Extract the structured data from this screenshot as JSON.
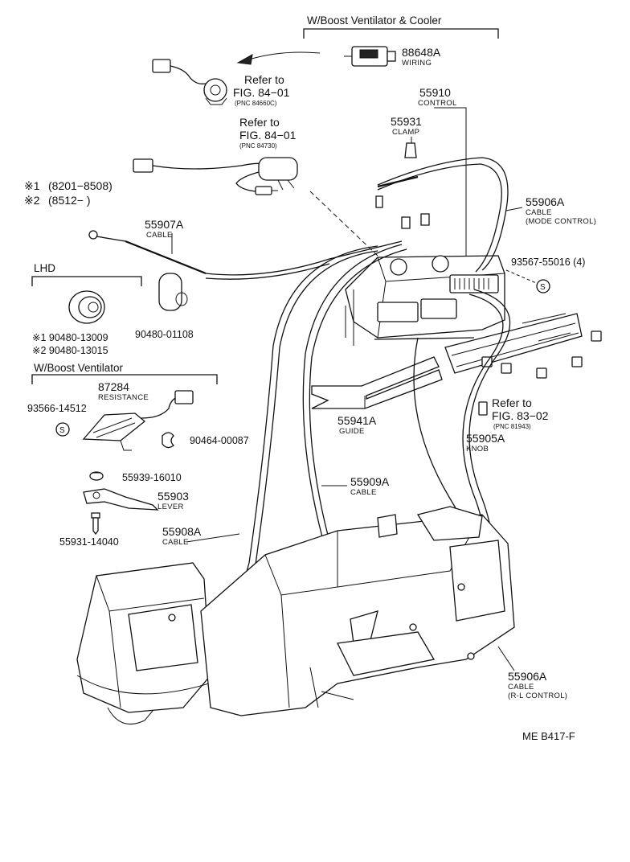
{
  "headers": {
    "boost_cooler": "W/Boost Ventilator & Cooler",
    "lhd": "LHD",
    "boost": "W/Boost Ventilator"
  },
  "notes": {
    "n1_mark": "※1",
    "n1_range": "(8201−8508)",
    "n2_mark": "※2",
    "n2_range": "(8512−        )"
  },
  "parts": {
    "p88648a": {
      "num": "88648A",
      "name": "WIRING"
    },
    "p55910": {
      "num": "55910",
      "name": "CONTROL"
    },
    "p55931": {
      "num": "55931",
      "name": "CLAMP"
    },
    "p55906a_mode": {
      "num": "55906A",
      "name": "CABLE",
      "sub": "(MODE CONTROL)"
    },
    "p55907a": {
      "num": "55907A",
      "name": "CABLE"
    },
    "p93567": {
      "num": "93567-55016 (4)"
    },
    "p90480_13009": {
      "num": "※1  90480-13009"
    },
    "p90480_13015": {
      "num": "※2  90480-13015"
    },
    "p90480_01108": {
      "num": "90480-01108"
    },
    "p87284": {
      "num": "87284",
      "name": "RESISTANCE"
    },
    "p93566": {
      "num": "93566-14512"
    },
    "p90464": {
      "num": "90464-00087"
    },
    "p55941a": {
      "num": "55941A",
      "name": "GUIDE"
    },
    "p55905a": {
      "num": "55905A",
      "name": "KNOB"
    },
    "p55939": {
      "num": "55939-16010"
    },
    "p55903": {
      "num": "55903",
      "name": "LEVER"
    },
    "p55909a": {
      "num": "55909A",
      "name": "CABLE"
    },
    "p55931_14040": {
      "num": "55931-14040"
    },
    "p55908a": {
      "num": "55908A",
      "name": "CABLE"
    },
    "p55906a_rl": {
      "num": "55906A",
      "name": "CABLE",
      "sub": "(R-L CONTROL)"
    }
  },
  "refs": {
    "ref1": {
      "line1": "Refer to",
      "line2": "FIG. 84−01",
      "pnc": "(PNC 84660C)"
    },
    "ref2": {
      "line1": "Refer to",
      "line2": "FIG. 84−01",
      "pnc": "(PNC 84730)"
    },
    "ref3": {
      "line1": "Refer to",
      "line2": "FIG. 83−02",
      "pnc": "(PNC 81943)"
    }
  },
  "symbols": {
    "s_mark": "S"
  },
  "footer": {
    "code": "ME B417-F"
  }
}
